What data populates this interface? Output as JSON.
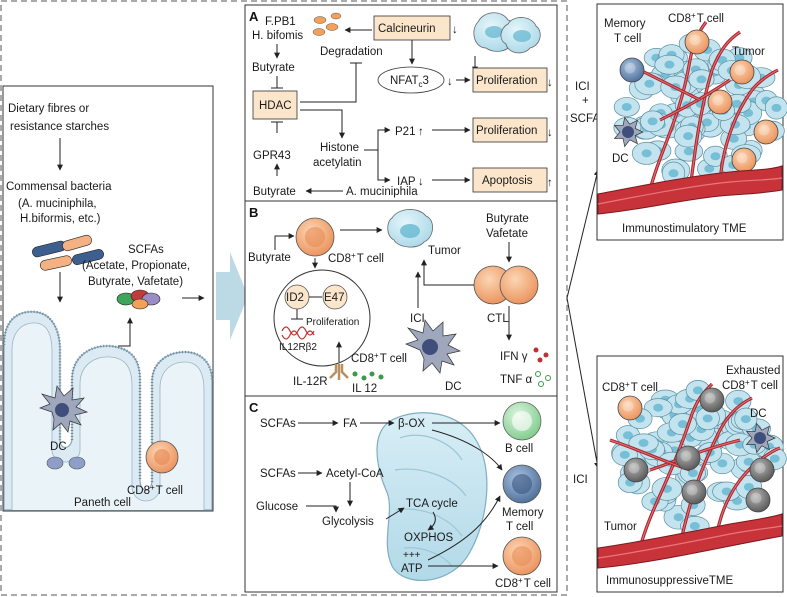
{
  "colors": {
    "box_fill": "#fbe6cc",
    "orange_cell": "#f0a777",
    "teal_cell": "#bfe3ee",
    "blue_cell": "#5e7fa8",
    "green_cell": "#8fd49a",
    "grey_cell": "#6e6e6e",
    "vessel_red": "#c8333a",
    "gut_blue": "#dcebf3",
    "arrow_blue": "#bcd9e6"
  },
  "left": {
    "diet": [
      "Dietary fibres or",
      "resistance starches"
    ],
    "bacteria": [
      "Commensal bacteria",
      "(A. muciniphila,",
      "H.biformis, etc.)"
    ],
    "scfa_title": "SCFAs",
    "scfa_list": [
      "(Acetate, Propionate,",
      "Butyrate, Vafetate)"
    ],
    "dc": "DC",
    "cd8": "CD8",
    "cd8_sup": "+",
    "cd8_tail": "T cell",
    "paneth": "Paneth cell"
  },
  "panelA": {
    "letter": "A",
    "fpb1": "F.PB1",
    "hbifomis": "H. bifomis",
    "butyrate_top": "Butyrate",
    "hdac": "HDAC",
    "gpr43": "GPR43",
    "butyrate_bottom": "Butyrate",
    "akk": "A. muciniphila",
    "degradation": "Degradation",
    "calcineurin": "Calcineurin",
    "nfat": "NFAT",
    "nfat_sub": "c",
    "nfat_num": "3",
    "prolif1": "Proliferation",
    "prolif2": "Proliferation",
    "apoptosis": "Apoptosis",
    "p21": "P21",
    "histone": [
      "Histone",
      "acetylatin"
    ],
    "iap": "IAP"
  },
  "panelB": {
    "letter": "B",
    "butyrate": "Butyrate",
    "cd8": "CD8",
    "cd8_sup": "+",
    "cd8_tail": "T cell",
    "tumor": "Tumor",
    "butyrate_vafetate": [
      "Butyrate",
      "Vafetate"
    ],
    "id2": "ID2",
    "e47": "E47",
    "prolif": "Proliferation",
    "il12rb2": "IL12Rβ2",
    "ici": "ICI",
    "ctl": "CTL",
    "cd8_2": "CD8",
    "cd8_2_sup": "+",
    "cd8_2_tail": "T cell",
    "il12r": "IL-12R",
    "il12": "IL 12",
    "dc": "DC",
    "ifn": "IFN γ",
    "tnf": "TNF α"
  },
  "panelC": {
    "letter": "C",
    "scfas1": "SCFAs",
    "fa": "FA",
    "box": "β-OX",
    "scfas2": "SCFAs",
    "acetyl": "Acetyl-CoA",
    "glucose": "Glucose",
    "glycolysis": "Glycolysis",
    "tca": "TCA cycle",
    "oxphos": "OXPHOS",
    "plus": "+++",
    "atp": "ATP",
    "bcell": "B cell",
    "memory": [
      "Memory",
      "T cell"
    ],
    "cd8": "CD8",
    "cd8_sup": "+",
    "cd8_tail": "T cell"
  },
  "middle": {
    "top_label": [
      "ICI",
      "+",
      "SCFA"
    ],
    "bottom_label": "ICI"
  },
  "right_top": {
    "memory": [
      "Memory",
      "T cell"
    ],
    "cd8": "CD8",
    "cd8_sup": "+",
    "cd8_tail": "T cell",
    "tumor": "Tumor",
    "dc": "DC",
    "caption": "Immunostimulatory TME"
  },
  "right_bottom": {
    "cd8": "CD8",
    "cd8_sup": "+",
    "cd8_tail": "T cell",
    "exhausted": [
      "Exhausted",
      "CD8"
    ],
    "exhausted_sup": "+",
    "exhausted_tail": "T cell",
    "dc": "DC",
    "tumor": "Tumor",
    "caption": "ImmunosuppressiveTME"
  }
}
